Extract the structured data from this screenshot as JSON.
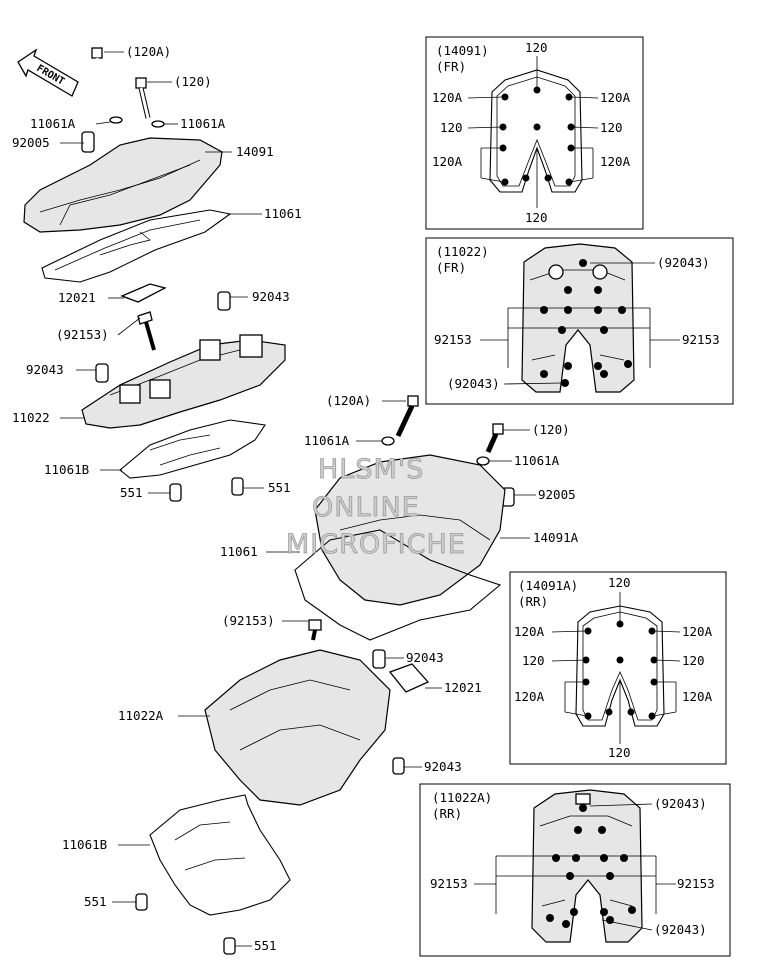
{
  "front_arrow": "FRONT",
  "labels": {
    "a1": "(120A)",
    "a2": "(120)",
    "a3": "11061A",
    "a4": "11061A",
    "a5": "92005",
    "a6": "14091",
    "a7": "11061",
    "a8": "12021",
    "a9": "92043",
    "a10": "(92153)",
    "a11": "92043",
    "a12": "11022",
    "a13": "11061B",
    "a14": "551",
    "a15": "551",
    "b1": "(120A)",
    "b2": "(120)",
    "b3": "11061A",
    "b4": "11061A",
    "b5": "92005",
    "b6": "14091A",
    "b7": "11061",
    "c1": "(92153)",
    "c2": "92043",
    "c3": "12021",
    "c4": "11022A",
    "c5": "92043",
    "c6": "11061B",
    "c7": "551",
    "c8": "551"
  },
  "insets": {
    "i1": {
      "title": "(14091)",
      "sub": "(FR)",
      "top": "120",
      "bottom": "120",
      "l1": "120A",
      "l2": "120",
      "l3": "120A",
      "r1": "120A",
      "r2": "120",
      "r3": "120A"
    },
    "i2": {
      "title": "(11022)",
      "sub": "(FR)",
      "r1": "(92043)",
      "l": "92153",
      "r": "92153",
      "b": "(92043)"
    },
    "i3": {
      "title": "(14091A)",
      "sub": "(RR)",
      "top": "120",
      "bottom": "120",
      "l1": "120A",
      "l2": "120",
      "l3": "120A",
      "r1": "120A",
      "r2": "120",
      "r3": "120A"
    },
    "i4": {
      "title": "(11022A)",
      "sub": "(RR)",
      "r1": "(92043)",
      "l": "92153",
      "r": "92153",
      "b": "(92043)"
    }
  },
  "watermark": [
    "HLSM'S",
    "ONLINE",
    "MICROFICHE"
  ]
}
